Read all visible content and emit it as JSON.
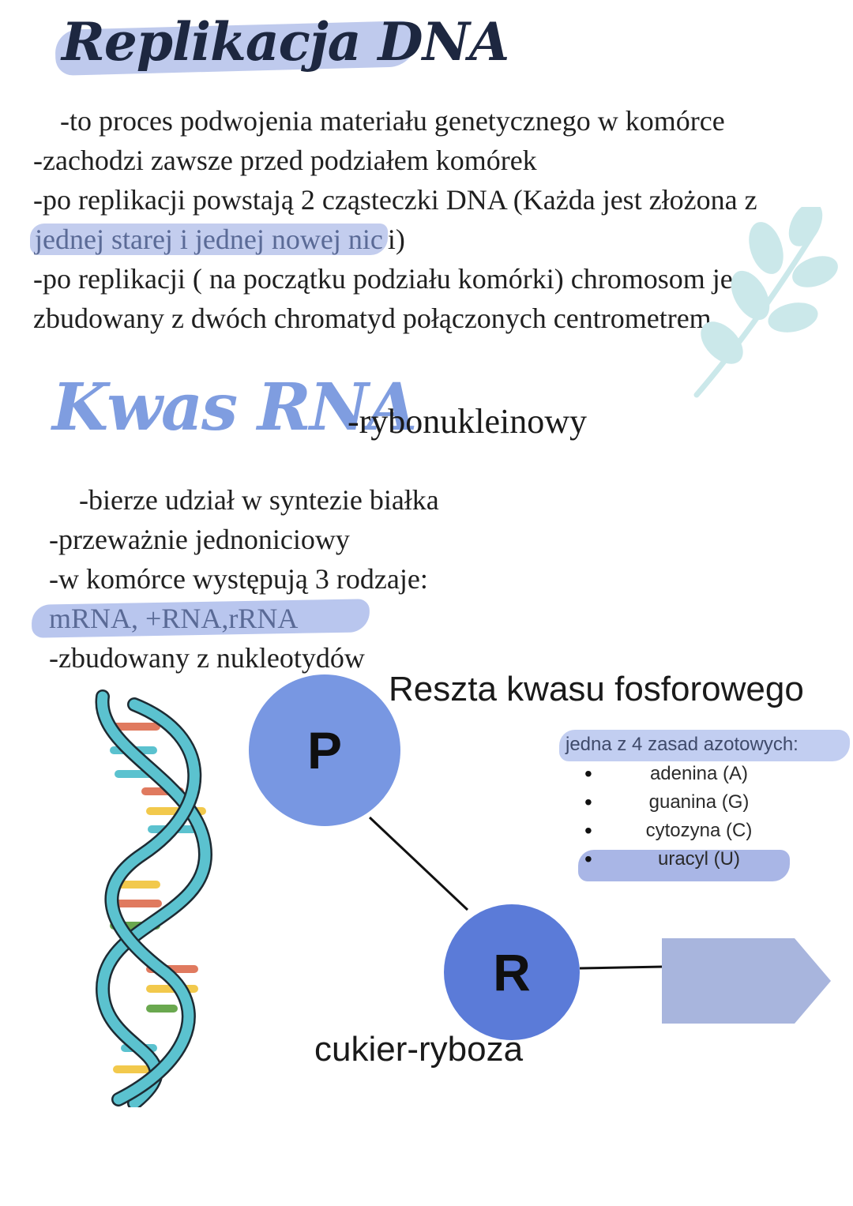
{
  "section1": {
    "title": "Replikacja DNA",
    "lines": [
      "-to proces podwojenia materiału genetycznego w komórce",
      "-zachodzi zawsze przed podziałem komórek",
      "-po replikacji powstają 2 cząsteczki DNA (Każda jest złożona z",
      "-po replikacji ( na początku podziału komórki) chromosom jest",
      "zbudowany z dwóch chromatyd połączonych centrometrem"
    ],
    "highlight_line": {
      "marked": "jednej starej i jednej nowej nic",
      "rest": "i)"
    }
  },
  "section2": {
    "title": "Kwas RNA",
    "subtitle": "-rybonukleinowy",
    "lines": [
      "-bierze udział w syntezie białka",
      "-przeważnie jednoniciowy",
      "-w komórce występują 3 rodzaje:",
      "mRNA, +RNA,rRNA",
      "-zbudowany z nukleotydów"
    ]
  },
  "diagram": {
    "phosphate_letter": "P",
    "phosphate_label": "Reszta kwasu fosforowego",
    "sugar_letter": "R",
    "sugar_label": "cukier-ryboza",
    "bases_title": "jedna z 4 zasad azotowych:",
    "bases": [
      "adenina (A)",
      "guanina (G)",
      "cytozyna (C)",
      "uracyl (U)"
    ],
    "colors": {
      "phosphate": "#7897e2",
      "sugar": "#5b7bd8",
      "base": "#a8b5dd",
      "dna_strand": "#5bc2cf"
    }
  }
}
